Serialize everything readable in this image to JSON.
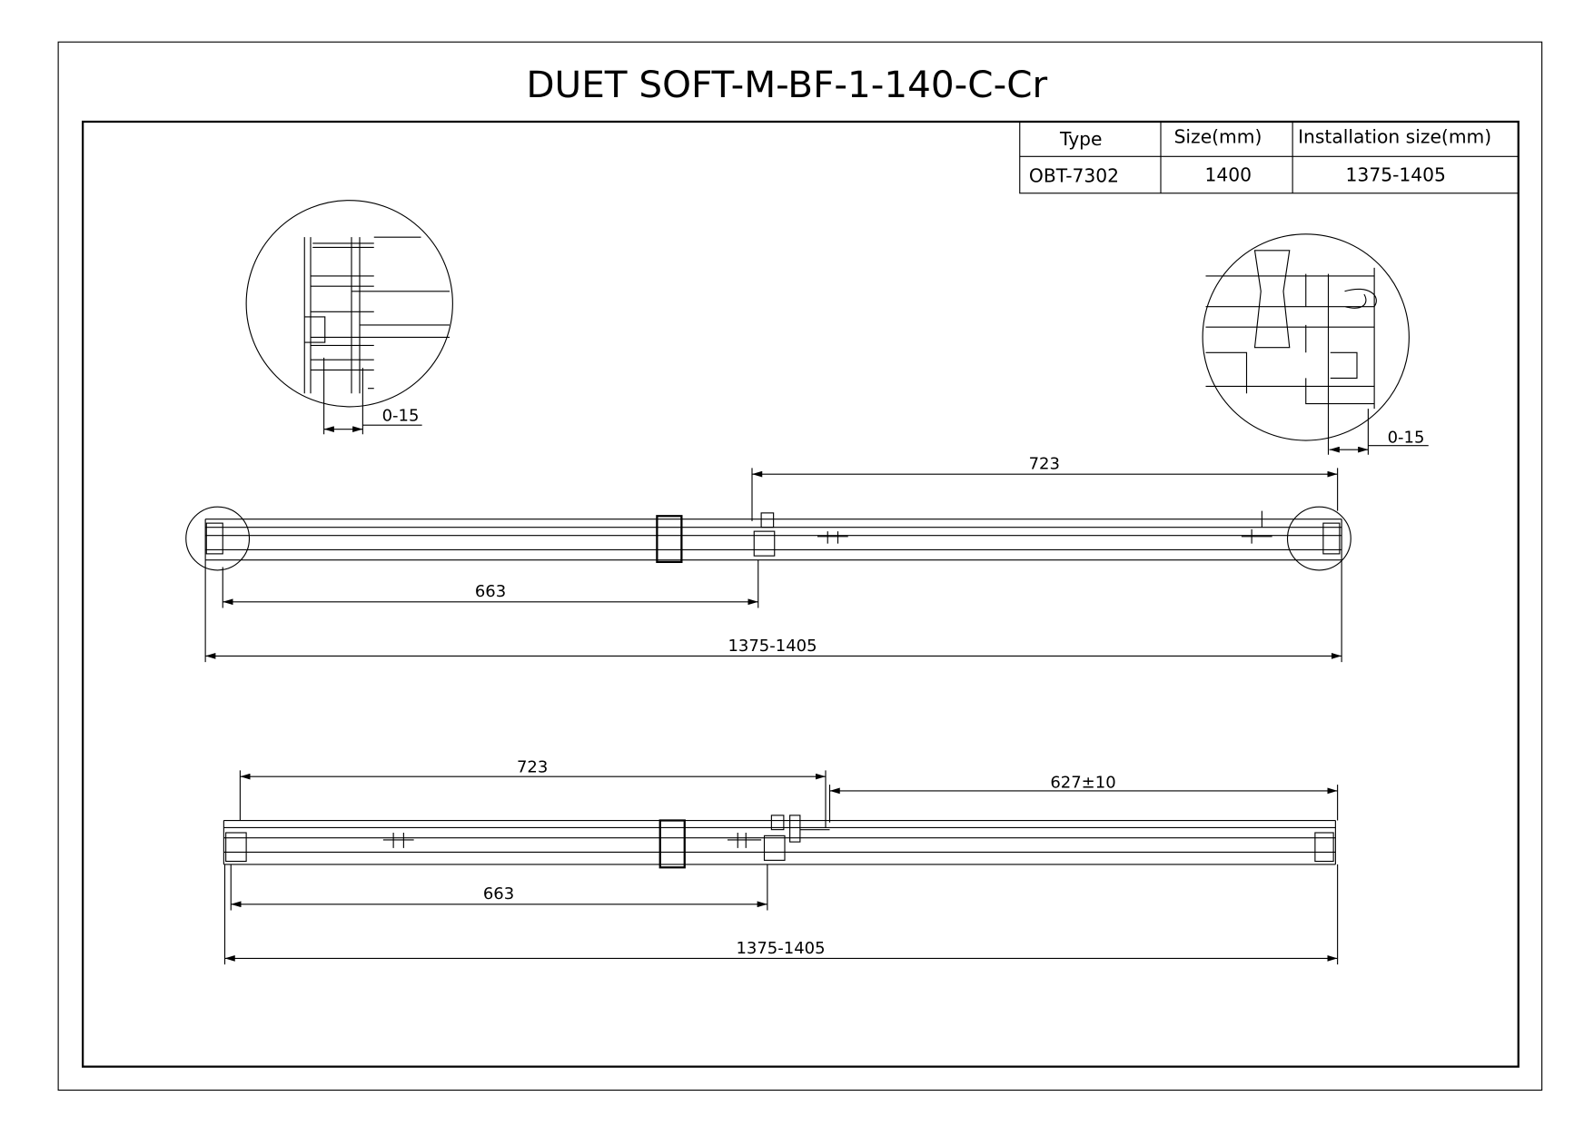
{
  "title": "DUET SOFT-M-BF-1-140-C-Cr",
  "table": {
    "headers": [
      "Type",
      "Size(mm)",
      "Installation size(mm)"
    ],
    "rows": [
      [
        "OBT-7302",
        "1400",
        "1375-1405"
      ]
    ]
  },
  "details": {
    "left_gap": "0-15",
    "right_gap": "0-15"
  },
  "top_view": {
    "door_width": "723",
    "fixed_width": "663",
    "installation": "1375-1405"
  },
  "bottom_view": {
    "door_width": "723",
    "opening": "627±10",
    "fixed_width": "663",
    "installation": "1375-1405"
  }
}
